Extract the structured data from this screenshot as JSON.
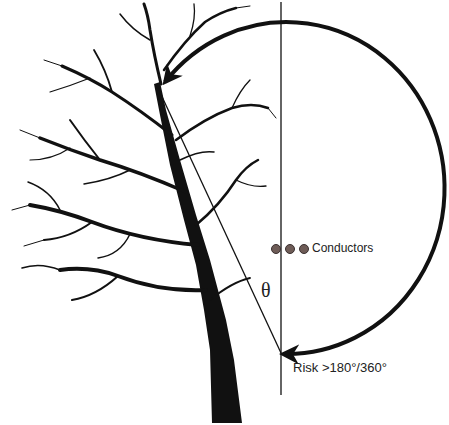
{
  "diagram": {
    "labels": [
      "Conductors",
      "θ",
      "Risk >180°/360°"
    ]
  }
}
